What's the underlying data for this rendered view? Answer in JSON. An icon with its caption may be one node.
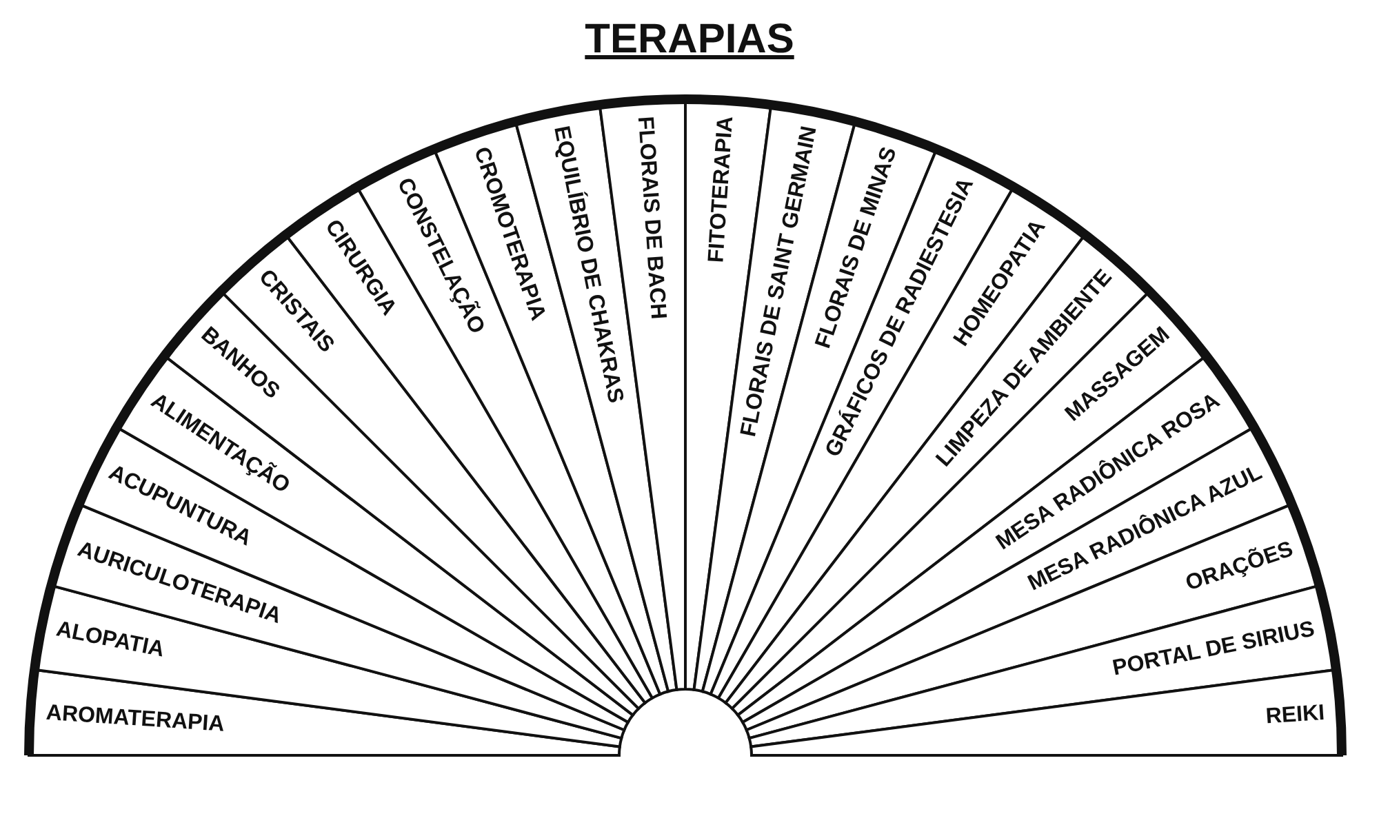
{
  "diagram": {
    "title": "TERAPIAS",
    "nodes": [
      {
        "text": [
          "AROMATERAPIA"
        ]
      },
      {
        "text": [
          "ALOPATIA"
        ]
      },
      {
        "text": [
          "AURICULOTERAPIA"
        ]
      },
      {
        "text": [
          "ACUPUNTURA"
        ]
      },
      {
        "text": [
          "ALIMENTAÇÃO"
        ]
      },
      {
        "text": [
          "BANHOS"
        ]
      },
      {
        "text": [
          "CRISTAIS"
        ]
      },
      {
        "text": [
          "CIRURGIA"
        ]
      },
      {
        "text": [
          "CONSTELAÇÃO"
        ]
      },
      {
        "text": [
          "CROMOTERAPIA"
        ]
      },
      {
        "text": [
          "EQUILÍBRIO DE CHAKRAS"
        ]
      },
      {
        "text": [
          "FLORAIS DE BACH"
        ]
      },
      {
        "text": [
          "FITOTERAPIA"
        ]
      },
      {
        "text": [
          "FLORAIS DE SAINT GERMAIN"
        ]
      },
      {
        "text": [
          "FLORAIS DE MINAS"
        ]
      },
      {
        "text": [
          "GRÁFICOS DE RADIESTESIA"
        ]
      },
      {
        "text": [
          "HOMEOPATIA"
        ]
      },
      {
        "text": [
          "LIMPEZA DE AMBIENTE"
        ]
      },
      {
        "text": [
          "MASSAGEM"
        ]
      },
      {
        "text": [
          "MESA RADIÔNICA ROSA"
        ]
      },
      {
        "text": [
          "MESA RADIÔNICA AZUL"
        ]
      },
      {
        "text": [
          "ORAÇÕES"
        ]
      },
      {
        "text": [
          "PORTAL DE SIRIUS"
        ]
      },
      {
        "text": [
          "REIKI"
        ]
      }
    ],
    "edges": []
  }
}
